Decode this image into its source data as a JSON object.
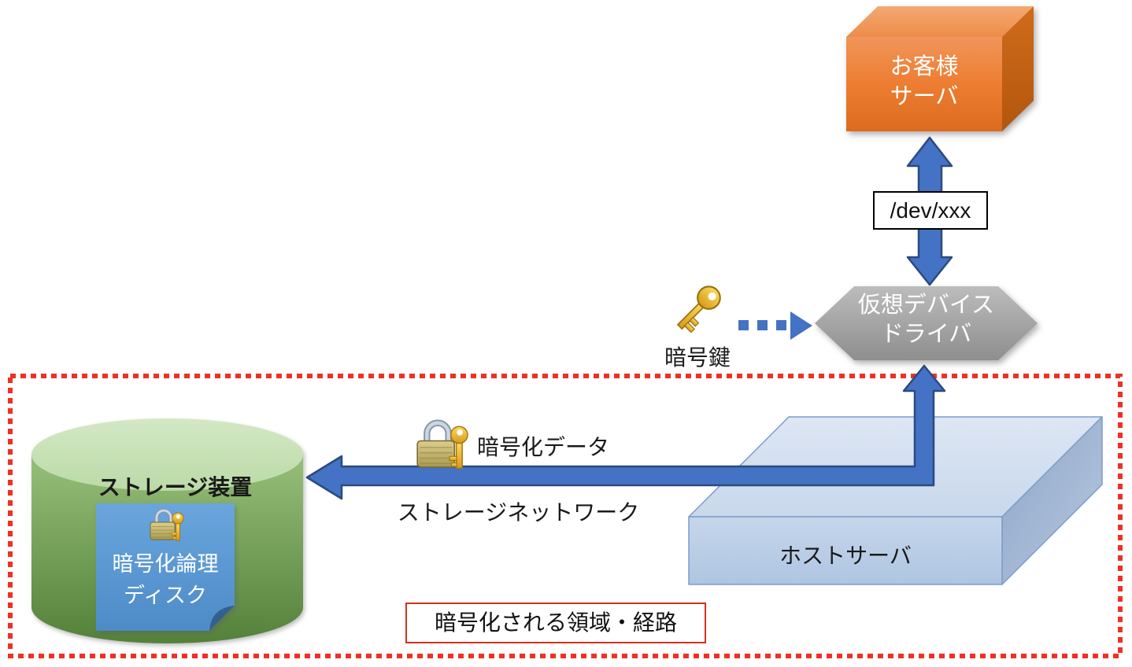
{
  "diagram_title": "storage-encryption-architecture",
  "nodes": {
    "customer_server": {
      "line1": "お客様",
      "line2": "サーバ"
    },
    "device_path": {
      "label": "/dev/xxx"
    },
    "virtual_device_driver": {
      "line1": "仮想デバイス",
      "line2": "ドライバ"
    },
    "encryption_key": {
      "label": "暗号鍵"
    },
    "storage_device": {
      "label": "ストレージ装置"
    },
    "encrypted_logical_disk": {
      "line1": "暗号化論理",
      "line2": "ディスク"
    },
    "host_server": {
      "label": "ホストサーバ"
    }
  },
  "edges": {
    "encrypted_data": {
      "label": "暗号化データ"
    },
    "storage_network": {
      "label": "ストレージネットワーク"
    }
  },
  "region": {
    "label": "暗号化される領域・経路"
  },
  "icons": {
    "key": "key-icon",
    "lock_with_key": "lock-with-key-icon"
  },
  "colors": {
    "arrow_blue": "#4472C4",
    "arrow_outline": "#2B4A80",
    "server_orange": "#ED7D31",
    "driver_gray": "#A6A6A6",
    "storage_green": "#70AD47",
    "disk_note_blue": "#5B9BD5",
    "host_blue": "#C3D4EA",
    "region_red": "#EE3124"
  }
}
